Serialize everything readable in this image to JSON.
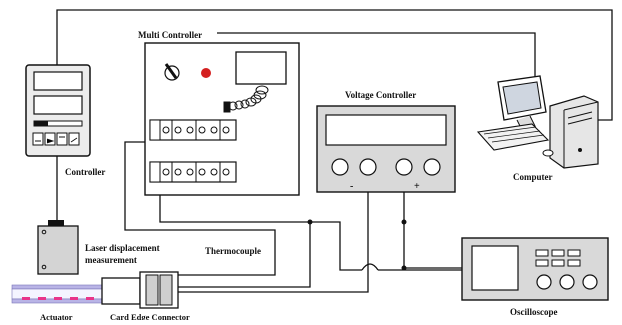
{
  "labels": {
    "multi_controller": "Multi Controller",
    "voltage_controller": "Voltage Controller",
    "controller": "Controller",
    "computer": "Computer",
    "laser_line1": "Laser displacement",
    "laser_line2": "measurement",
    "thermocouple": "Thermocouple",
    "oscilloscope": "Oscilloscope",
    "actuator": "Actuator",
    "card_edge_connector": "Card Edge Connector",
    "minus_sign": "-",
    "plus_sign": "+"
  },
  "colors": {
    "line": "#111111",
    "panel_fill": "#d9d9d9",
    "led_red": "#d42020",
    "actuator_pink": "#e8348a",
    "actuator_band": "#b9b4e6",
    "computer_screen": "#cfd6e0"
  },
  "icons": {
    "knob": "rotary-knob-icon",
    "led": "red-led-icon",
    "cable": "coiled-cable-icon"
  }
}
